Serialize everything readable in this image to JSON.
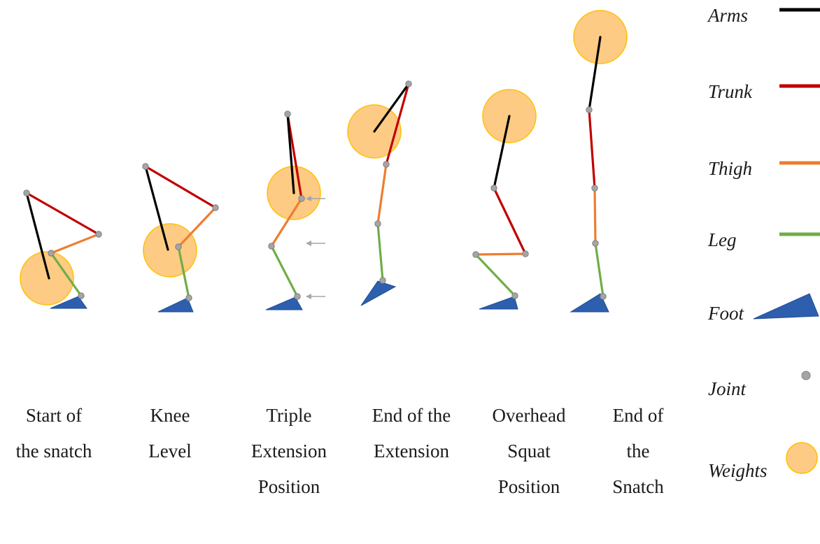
{
  "colors": {
    "arms": "#000000",
    "trunk": "#c00000",
    "thigh": "#ed7d31",
    "leg": "#70ad47",
    "foot": "#2e5fae",
    "foot_edge": "#1f4e96",
    "joint": "#a5a5a5",
    "joint_edge": "#7f7f7f",
    "weight_fill": "#fdcb84",
    "weight_edge": "#ffc000",
    "arrow": "#a6a6a6"
  },
  "legend": [
    {
      "key": "arms",
      "label": "Arms",
      "symbol": "line"
    },
    {
      "key": "trunk",
      "label": "Trunk",
      "symbol": "line"
    },
    {
      "key": "thigh",
      "label": "Thigh",
      "symbol": "line"
    },
    {
      "key": "leg",
      "label": "Leg",
      "symbol": "line"
    },
    {
      "key": "foot",
      "label": "Foot",
      "symbol": "triangle"
    },
    {
      "key": "joint",
      "label": "Joint",
      "symbol": "dot"
    },
    {
      "key": "weights",
      "label": "Weights",
      "symbol": "circle"
    }
  ],
  "phases": [
    {
      "id": "start",
      "caption": [
        "Start of",
        "the snatch"
      ]
    },
    {
      "id": "knee",
      "caption": [
        "Knee",
        "Level"
      ]
    },
    {
      "id": "triple",
      "caption": [
        "Triple",
        "Extension",
        "Position"
      ]
    },
    {
      "id": "end-extension",
      "caption": [
        "End of the",
        "Extension"
      ]
    },
    {
      "id": "overhead-squat",
      "caption": [
        "Overhead",
        "Squat",
        "Position"
      ]
    },
    {
      "id": "end-snatch",
      "caption": [
        "End of",
        "the",
        "Snatch"
      ]
    }
  ]
}
